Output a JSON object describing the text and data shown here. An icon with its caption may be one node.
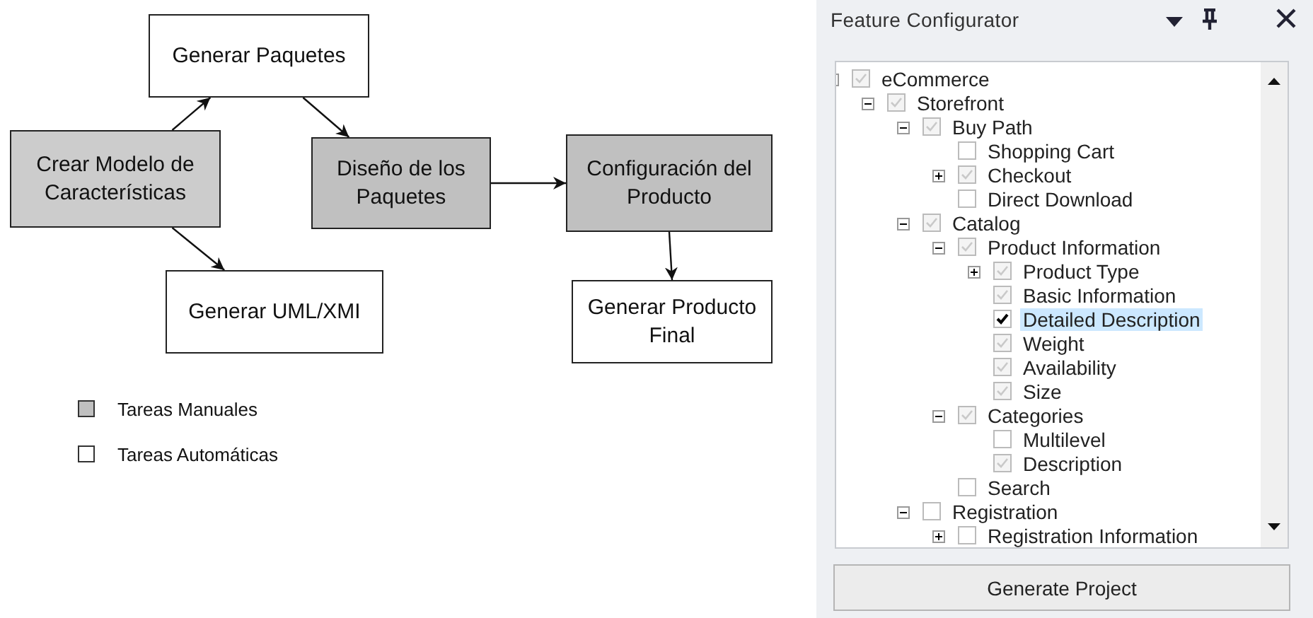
{
  "diagram": {
    "nodes": [
      {
        "text": [
          "Generar Paquetes"
        ]
      },
      {
        "text": [
          "Crear Modelo de Características"
        ]
      },
      {
        "text": [
          "Diseño de los Paquetes"
        ]
      },
      {
        "text": [
          "Configuración del Producto"
        ]
      },
      {
        "text": [
          "Generar UML/XMI"
        ]
      },
      {
        "text": [
          "Generar Producto Final"
        ]
      }
    ],
    "edges": [
      {
        "from": 1,
        "to": 0,
        "arrow": "to"
      },
      {
        "from": 0,
        "to": 2,
        "arrow": "to"
      },
      {
        "from": 1,
        "to": 4,
        "arrow": "to"
      },
      {
        "from": 2,
        "to": 3,
        "arrow": "to"
      },
      {
        "from": 3,
        "to": 5,
        "arrow": "to"
      }
    ],
    "labels": [
      "Feature Configurator",
      "eCommerce",
      "Storefront",
      "Buy Path",
      "Shopping Cart",
      "Checkout",
      "Direct Download",
      "Catalog",
      "Product Information",
      "Product Type",
      "Basic Information",
      "Detailed Description",
      "Weight",
      "Availability",
      "Size",
      "Categories",
      "Multilevel",
      "Description",
      "Search",
      "Registration",
      "Registration Information",
      "Generate Project"
    ],
    "legend": [
      {
        "text": "Tareas Manuales",
        "color": "#c0c0c0"
      },
      {
        "text": "Tareas Automáticas",
        "color": "#ffffff"
      }
    ]
  }
}
